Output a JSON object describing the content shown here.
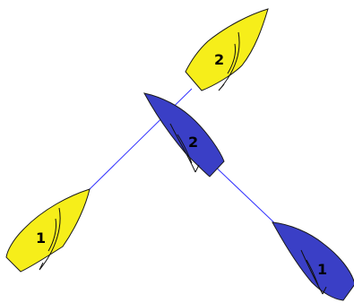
{
  "colors": {
    "yellow_boat": "#f6ee1a",
    "blue_boat": "#3a3fc6",
    "track_line": "#3333ff"
  },
  "boats": [
    {
      "id": "yellow-1",
      "color": "yellow",
      "number": "1"
    },
    {
      "id": "yellow-2",
      "color": "yellow",
      "number": "2"
    },
    {
      "id": "blue-2",
      "color": "blue",
      "number": "2"
    },
    {
      "id": "blue-1",
      "color": "blue",
      "number": "1"
    }
  ]
}
